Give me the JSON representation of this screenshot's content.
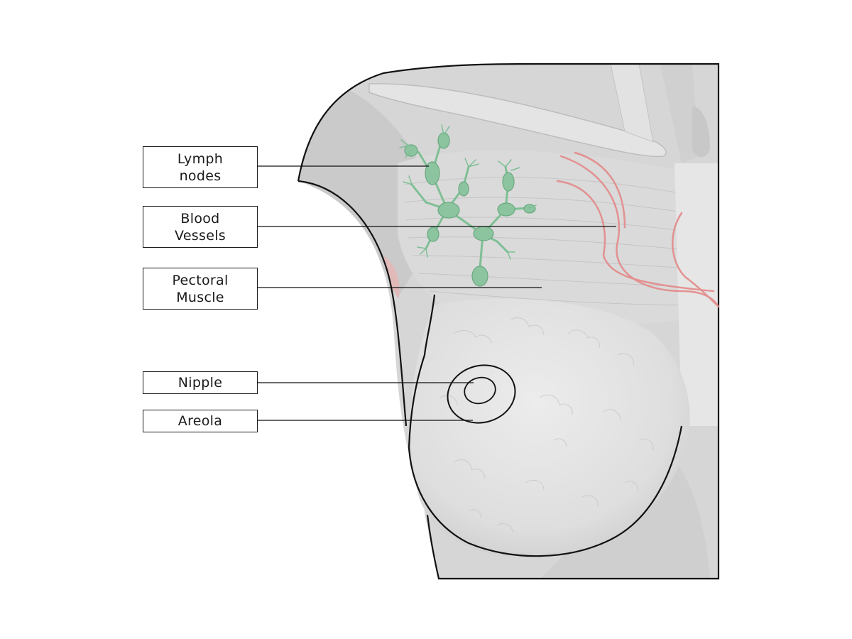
{
  "labels": {
    "lymph_nodes": "Lymph\nnodes",
    "blood_vessels": "Blood\nVessels",
    "pectoral_muscle": "Pectoral\nMuscle",
    "nipple": "Nipple",
    "areola": "Areola"
  },
  "colors": {
    "lymph": "#8cc4a0",
    "vessel": "#e38a8a",
    "outline": "#111111",
    "tissue": "#d9d9d9"
  }
}
